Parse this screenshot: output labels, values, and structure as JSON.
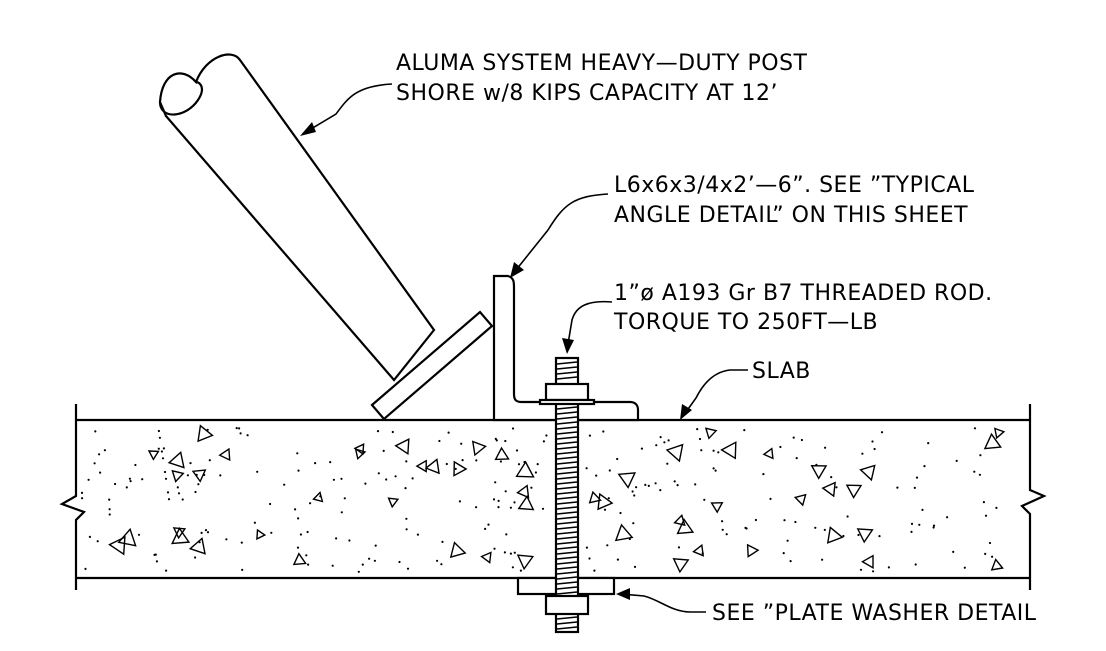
{
  "colors": {
    "ink": "#000000",
    "paper": "#ffffff"
  },
  "labels": {
    "post_line1": "ALUMA SYSTEM HEAVY—DUTY POST",
    "post_line2": "SHORE w/8 KIPS CAPACITY AT 12’",
    "angle_line1": "L6x6x3/4x2’—6”. SEE ”TYPICAL",
    "angle_line2": "ANGLE DETAIL” ON THIS SHEET",
    "rod_line1": "1”ø A193 Gr B7 THREADED ROD.",
    "rod_line2": "TORQUE TO 250FT—LB",
    "slab": "SLAB",
    "washer": "SEE ”PLATE WASHER DETAIL"
  }
}
